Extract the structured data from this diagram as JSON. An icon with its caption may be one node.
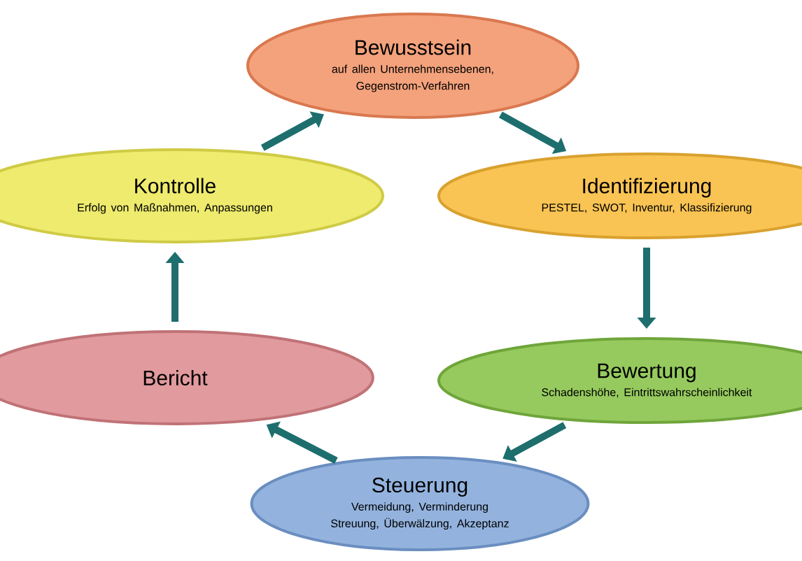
{
  "diagram": {
    "nodes": [
      {
        "text": [
          "Bewusstsein",
          "auf allen Unternehmensebenen, Gegenstrom-Verfahren"
        ]
      },
      {
        "text": [
          "Identifizierung",
          "PESTEL, SWOT, Inventur, Klassifizierung"
        ]
      },
      {
        "text": [
          "Bewertung",
          "Schadenshöhe, Eintrittswahrscheinlichkeit"
        ]
      },
      {
        "text": [
          "Steuerung",
          "Vermeidung, Verminderung Streuung, Überwälzung, Akzeptanz"
        ]
      },
      {
        "text": [
          "Bericht"
        ]
      },
      {
        "text": [
          "Kontrolle",
          "Erfolg von Maßnahmen, Anpassungen"
        ]
      }
    ],
    "edges": [
      {
        "from": 0,
        "to": 1,
        "arrow": "to"
      },
      {
        "from": 1,
        "to": 2,
        "arrow": "to"
      },
      {
        "from": 2,
        "to": 3,
        "arrow": "to"
      },
      {
        "from": 3,
        "to": 4,
        "arrow": "to"
      },
      {
        "from": 4,
        "to": 5,
        "arrow": "to"
      },
      {
        "from": 5,
        "to": 0,
        "arrow": "to"
      }
    ]
  }
}
